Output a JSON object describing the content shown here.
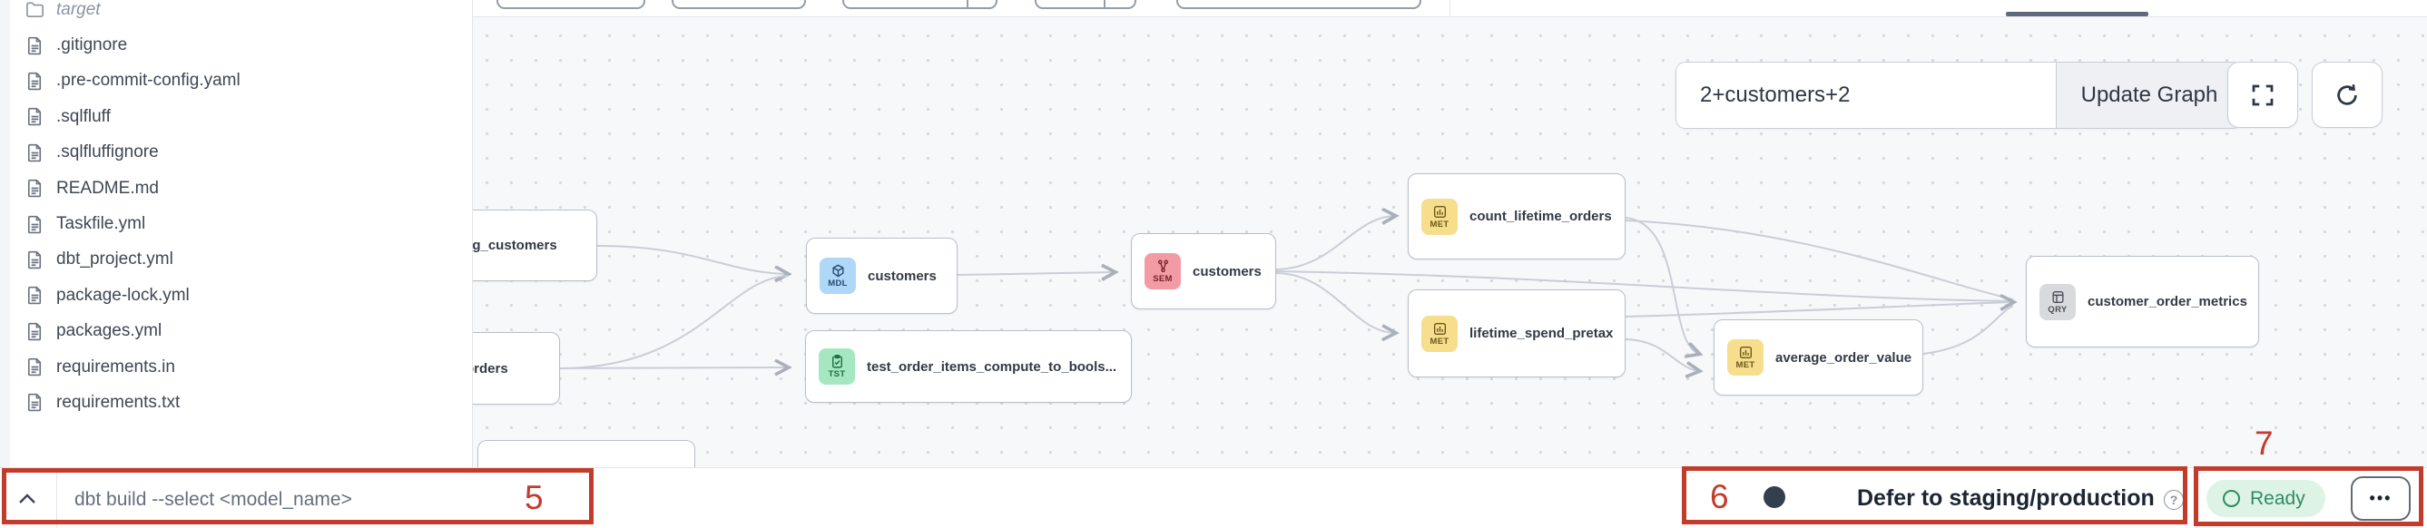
{
  "file_explorer": {
    "items": [
      {
        "name": "target",
        "type": "folder",
        "muted": true
      },
      {
        "name": ".gitignore",
        "type": "file"
      },
      {
        "name": ".pre-commit-config.yaml",
        "type": "file"
      },
      {
        "name": ".sqlfluff",
        "type": "file"
      },
      {
        "name": ".sqlfluffignore",
        "type": "file"
      },
      {
        "name": "README.md",
        "type": "file"
      },
      {
        "name": "Taskfile.yml",
        "type": "file"
      },
      {
        "name": "dbt_project.yml",
        "type": "file"
      },
      {
        "name": "package-lock.yml",
        "type": "file"
      },
      {
        "name": "packages.yml",
        "type": "file"
      },
      {
        "name": "requirements.in",
        "type": "file"
      },
      {
        "name": "requirements.txt",
        "type": "file"
      }
    ]
  },
  "lineage": {
    "selector_input": "2+customers+2",
    "update_button": "Update Graph",
    "nodes": [
      {
        "label": "stg_customers",
        "badge": ""
      },
      {
        "label": "orders",
        "badge": ""
      },
      {
        "label": "customers",
        "badge": "MDL"
      },
      {
        "label": "test_order_items_compute_to_bools...",
        "badge": "TST"
      },
      {
        "label": "customers",
        "badge": "SEM"
      },
      {
        "label": "count_lifetime_orders",
        "badge": "MET"
      },
      {
        "label": "lifetime_spend_pretax",
        "badge": "MET"
      },
      {
        "label": "average_order_value",
        "badge": "MET"
      },
      {
        "label": "customer_order_metrics",
        "badge": "QRY"
      }
    ],
    "badge_colors": {
      "MDL": "#aed7f8",
      "SEM": "#f29ba4",
      "TST": "#a5e7c1",
      "MET": "#f6de8d",
      "QRY": "#d8dade"
    }
  },
  "command_bar": {
    "command_placeholder": "dbt build --select <model_name>"
  },
  "status_bar": {
    "defer_label": "Defer to staging/production",
    "ready_label": "Ready",
    "more_label": "•••"
  },
  "annotations": {
    "label_5": "5",
    "label_6": "6",
    "label_7": "7",
    "color": "#c23b2b"
  },
  "icons": {
    "folder": "folder-icon",
    "file": "document-icon",
    "collapse": "chevron-up-icon",
    "fullscreen": "fullscreen-icon",
    "refresh": "refresh-icon",
    "help": "question-circle-icon",
    "ready": "circle-outline-icon",
    "more": "ellipsis-icon"
  }
}
